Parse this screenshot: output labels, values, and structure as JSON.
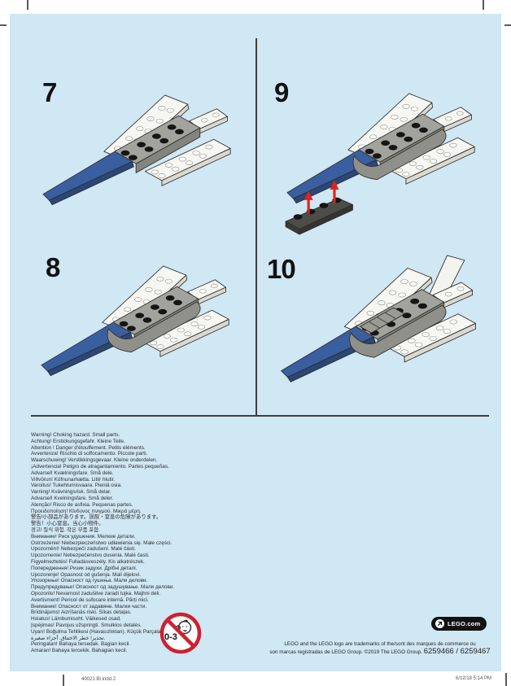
{
  "steps": [
    {
      "number": "7"
    },
    {
      "number": "9"
    },
    {
      "number": "8"
    },
    {
      "number": "10"
    }
  ],
  "warnings": {
    "lines": [
      "Warning! Choking hazard. Small parts.",
      "Achtung! Erstickungsgefahr. Kleine Teile.",
      "Attention ! Danger d'étouffement. Petits éléments.",
      "Avvertenza! Rischio di soffocamento. Piccole parti.",
      "Waarschuwing! Verstikkingsgevaar. Kleine onderdelen.",
      "¡Advertencia! Peligro de atragantamiento. Partes pequeñas.",
      "Advarsel! Kvælningsfare. Små dele.",
      "Viðvörun! Köfnunarhætta. Litlir hlutir.",
      "Varoitus! Tukehtumisvaara. Pieniä osia.",
      "Varning! Kvävningsrisk. Små delar.",
      "Advarsel! Kvelningsfare. Små deler.",
      "Atenção! Risco de asfixia. Pequenas partes.",
      "Προειδοποίηση! Κίνδυνος πνιγμού. Μικρά μέρη.",
      "警告!小部品があります。誤飲・窒息の危険があります。",
      "警告！小心窒息。当心小物件。",
      "경고! 질식 위험. 작은 부품 포함.",
      "Внимание! Риск удушения. Мелкие детали.",
      "Ostrzeżenie! Niebezpieczeństwo udławienia się. Małe części.",
      "Upozornění! Nebezpečí zadušení. Malé části.",
      "Upozornenie! Nebezpečenstvo dusenia. Malé časti.",
      "Figyelmeztetés! Fulladásveszély. Kis alkatrészek.",
      "Попередження! Ризик задухи. Дрібні деталі.",
      "Upozorenje! Opasnost od gušenja. Mali dijelovi.",
      "Упозорење! Опасност од гушења. Мали делови.",
      "Предупредување! Опасност од задушување. Мали делови.",
      "Opozorilo! Nevarnost zadušitve zaradi tujka. Majhni deli.",
      "Avertisment! Pericol de sufocare internă. Părți mici.",
      "Внимание! Опасност от задавяне. Малки части.",
      "Brīdinājums! Aizrīšanās riski. Sīkas detaļas.",
      "Hoiatus! Lämbumisoht. Väikesed osad.",
      "Įspėjimas! Pavojus užspringti. Smulkios detalės.",
      "Uyarı! Boğulma Tehlikesi (Havasızlıktan). Küçük Parçalar.",
      "تحذير! خطر الاختناق. أجزاء صغيرة.",
      "Peringatan! Bahaya tersedak. Bagian kecil.",
      "Amaran! Bahaya tercekik. Bahagian kecil."
    ]
  },
  "age_warning": {
    "label": "0-3"
  },
  "badge": {
    "label": "LEGO.com"
  },
  "legal": {
    "line1": "LEGO and the LEGO logo are trademarks of the/sont des marques de commerce ou",
    "line2": "son marcas registradas de LEGO Group. ©2019 The LEGO Group.",
    "item_numbers": "6259466 / 6259467"
  },
  "print_marks": {
    "file_note": "40021 BI.indd   2",
    "timestamp": "6/12/18   5:14 PM"
  },
  "colors": {
    "panel_bg": "#d0e7f4",
    "hazard_red": "#cf2030",
    "arrow_red": "#e2231a",
    "badge_bg": "#121212",
    "brick_blue": "#3a5fa0"
  }
}
